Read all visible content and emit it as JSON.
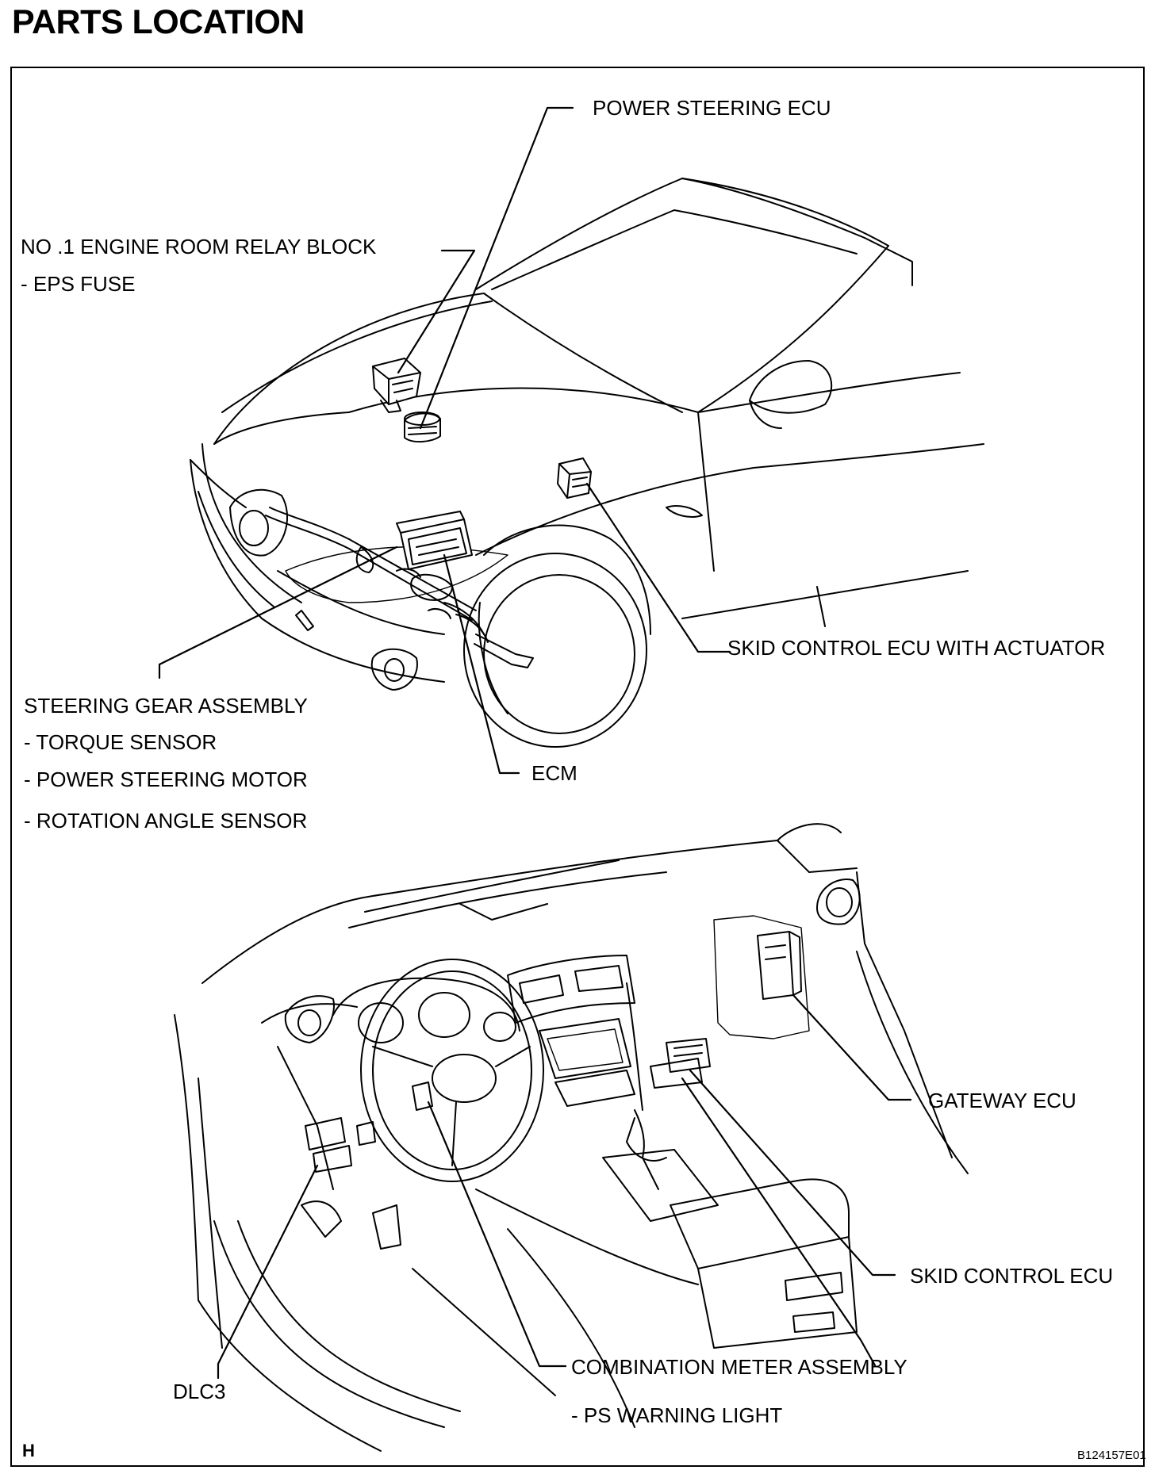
{
  "title": "PARTS LOCATION",
  "labels": {
    "power_steering_ecu": "POWER STEERING ECU",
    "relay_block": "NO .1 ENGINE ROOM RELAY BLOCK",
    "eps_fuse": "- EPS FUSE",
    "skid_control_ecu_actuator": "SKID CONTROL ECU WITH ACTUATOR",
    "steering_gear_assembly": "STEERING GEAR ASSEMBLY",
    "torque_sensor": "- TORQUE SENSOR",
    "power_steering_motor": "- POWER STEERING MOTOR",
    "rotation_angle_sensor": "- ROTATION ANGLE SENSOR",
    "ecm": "ECM",
    "gateway_ecu": "GATEWAY ECU",
    "skid_control_ecu": "SKID CONTROL ECU",
    "dlc3": "DLC3",
    "combination_meter": "COMBINATION METER ASSEMBLY",
    "ps_warning_light": "- PS WARNING LIGHT"
  },
  "corner_mark": "H",
  "figure_code": "B124157E01"
}
